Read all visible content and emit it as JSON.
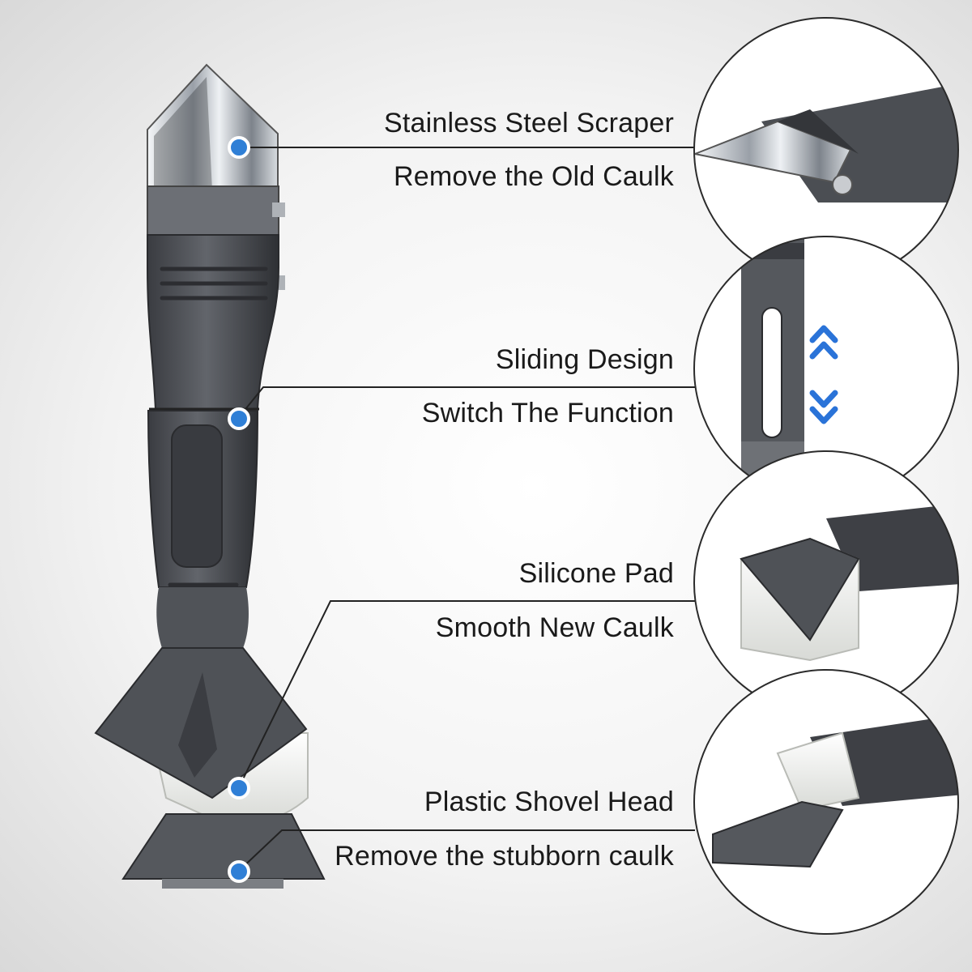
{
  "features": [
    {
      "title": "Stainless Steel Scraper",
      "subtitle": "Remove the Old Caulk"
    },
    {
      "title": "Sliding Design",
      "subtitle": "Switch The Function"
    },
    {
      "title": "Silicone Pad",
      "subtitle": "Smooth New Caulk"
    },
    {
      "title": "Plastic Shovel Head",
      "subtitle": "Remove the stubborn caulk"
    }
  ],
  "colors": {
    "marker": "#2f7fd6",
    "arrow": "#2a73d8",
    "body": "#4a4d53",
    "body_light": "#6a6d73",
    "steel": "#cfd3d8",
    "silicone": "#f0f0ec",
    "leader": "#222222"
  },
  "icons": [
    "marker-dot-icon",
    "slide-arrows-icon"
  ]
}
